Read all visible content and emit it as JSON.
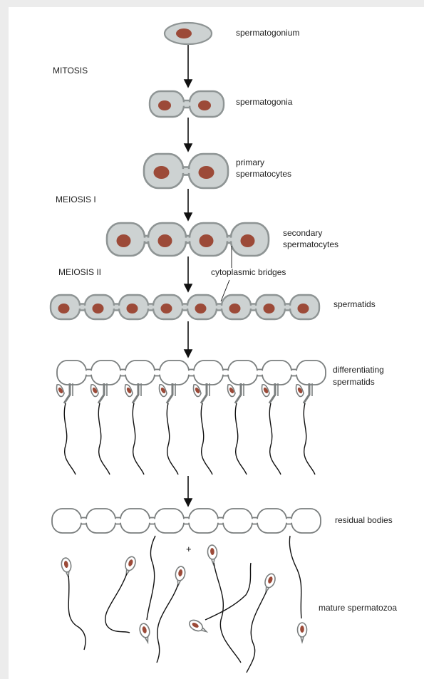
{
  "stage_labels": {
    "mitosis": "MITOSIS",
    "meiosis_1": "MEIOSIS I",
    "meiosis_2": "MEIOSIS II"
  },
  "cell_labels": {
    "spermatogonium": "spermatogonium",
    "spermatogonia": "spermatogonia",
    "primary_1": "primary",
    "primary_2": "spermatocytes",
    "secondary_1": "secondary",
    "secondary_2": "spermatocytes",
    "bridges": "cytoplasmic bridges",
    "spermatids": "spermatids",
    "diff_1": "differentiating",
    "diff_2": "spermatids",
    "residual": "residual bodies",
    "mature": "mature spermatozoa"
  },
  "plus_sign": "+",
  "colors": {
    "cell_fill": "#cdd2d2",
    "cell_stroke": "#8e9494",
    "nucleus": "#9c4a38",
    "outline": "#7a7e7e",
    "tail": "#111111",
    "arrow": "#111111"
  }
}
